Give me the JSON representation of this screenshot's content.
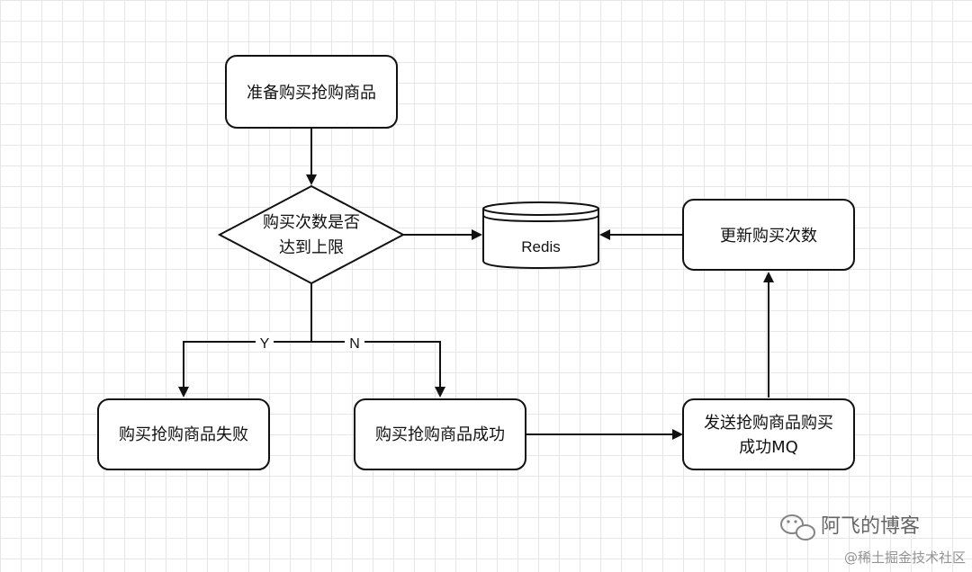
{
  "nodes": {
    "prepare": "准备购买抢购商品",
    "decision_line1": "购买次数是否",
    "decision_line2": "达到上限",
    "redis": "Redis",
    "update": "更新购买次数",
    "fail": "购买抢购商品失败",
    "success": "购买抢购商品成功",
    "send_mq_line1": "发送抢购商品购买",
    "send_mq_line2": "成功MQ"
  },
  "edges": {
    "yes_label": "Y",
    "no_label": "N"
  },
  "watermark": {
    "name": "阿飞的博客",
    "sub": "@稀土掘金技术社区"
  },
  "colors": {
    "stroke": "#111111",
    "grid": "#e6e6e6"
  }
}
